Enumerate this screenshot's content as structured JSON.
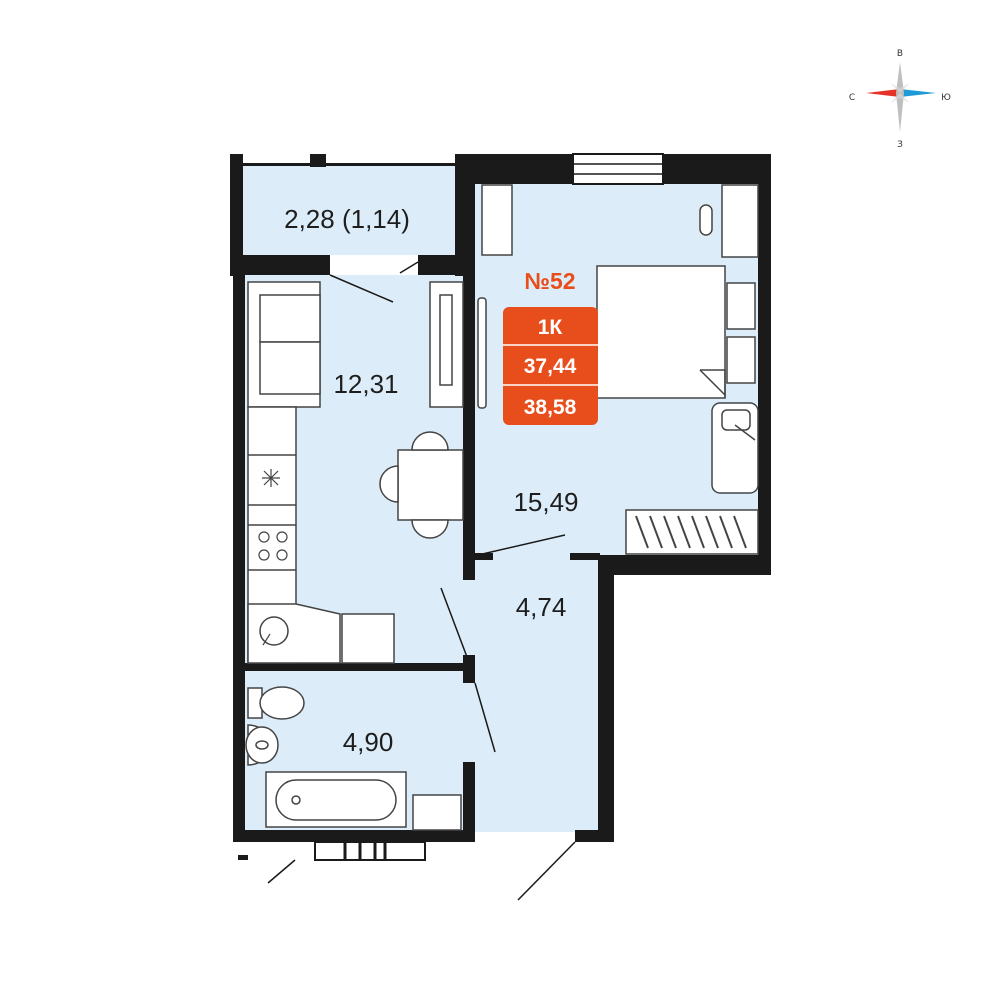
{
  "apartment": {
    "number": "№52",
    "type": "1К",
    "living_area": "37,44",
    "total_area": "38,58"
  },
  "rooms": {
    "balcony": "2,28 (1,14)",
    "kitchen": "12,31",
    "bedroom": "15,49",
    "hall": "4,74",
    "bathroom": "4,90"
  },
  "compass": {
    "north": "С",
    "south": "Ю",
    "east": "В",
    "west": "З"
  },
  "colors": {
    "accent": "#e84e1b",
    "floor": "#dcedf9",
    "wall": "#1a1a1a",
    "fixture_stroke": "#444444",
    "compass_red": "#e6332a",
    "compass_blue": "#1d9bd7"
  }
}
